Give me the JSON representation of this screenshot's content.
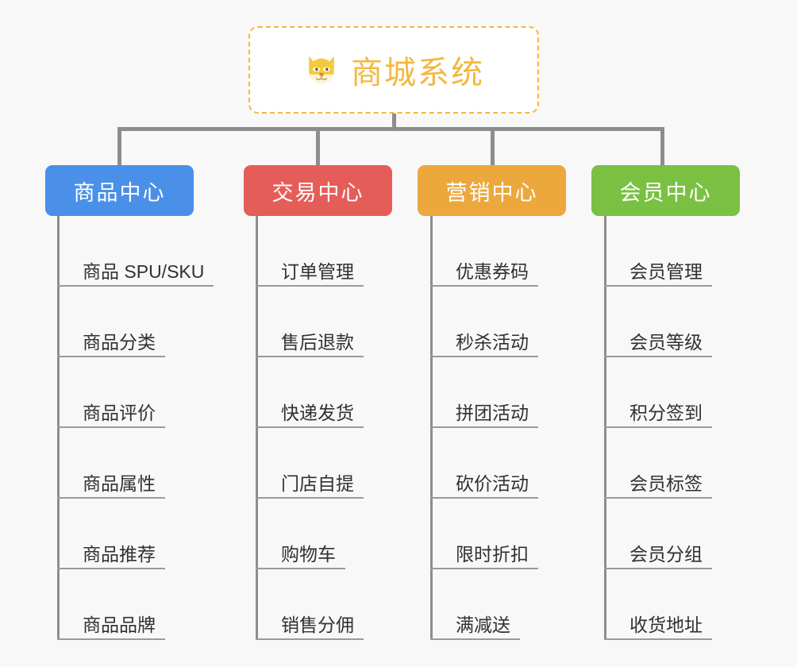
{
  "diagram": {
    "title": "商城系统",
    "root": {
      "label": "商城系统",
      "icon": "dog-face-icon",
      "border_color": "#f3b83f",
      "text_color": "#f3b83f",
      "background": "#ffffff"
    },
    "background_color": "#f8f8f8",
    "connector_color": "#8d8d8d",
    "rule_color": "#9a9a9a",
    "leaf_text_color": "#303133",
    "columns": [
      {
        "label": "商品中心",
        "color": "#4a90e8",
        "items": [
          {
            "label": "商品 SPU/SKU"
          },
          {
            "label": "商品分类"
          },
          {
            "label": "商品评价"
          },
          {
            "label": "商品属性"
          },
          {
            "label": "商品推荐"
          },
          {
            "label": "商品品牌"
          }
        ]
      },
      {
        "label": "交易中心",
        "color": "#e55d58",
        "items": [
          {
            "label": "订单管理"
          },
          {
            "label": "售后退款"
          },
          {
            "label": "快递发货"
          },
          {
            "label": "门店自提"
          },
          {
            "label": "购物车"
          },
          {
            "label": "销售分佣"
          }
        ]
      },
      {
        "label": "营销中心",
        "color": "#eca83c",
        "items": [
          {
            "label": "优惠券码"
          },
          {
            "label": "秒杀活动"
          },
          {
            "label": "拼团活动"
          },
          {
            "label": "砍价活动"
          },
          {
            "label": "限时折扣"
          },
          {
            "label": "满减送"
          }
        ]
      },
      {
        "label": "会员中心",
        "color": "#7ac143",
        "items": [
          {
            "label": "会员管理"
          },
          {
            "label": "会员等级"
          },
          {
            "label": "积分签到"
          },
          {
            "label": "会员标签"
          },
          {
            "label": "会员分组"
          },
          {
            "label": "收货地址"
          }
        ]
      }
    ]
  }
}
